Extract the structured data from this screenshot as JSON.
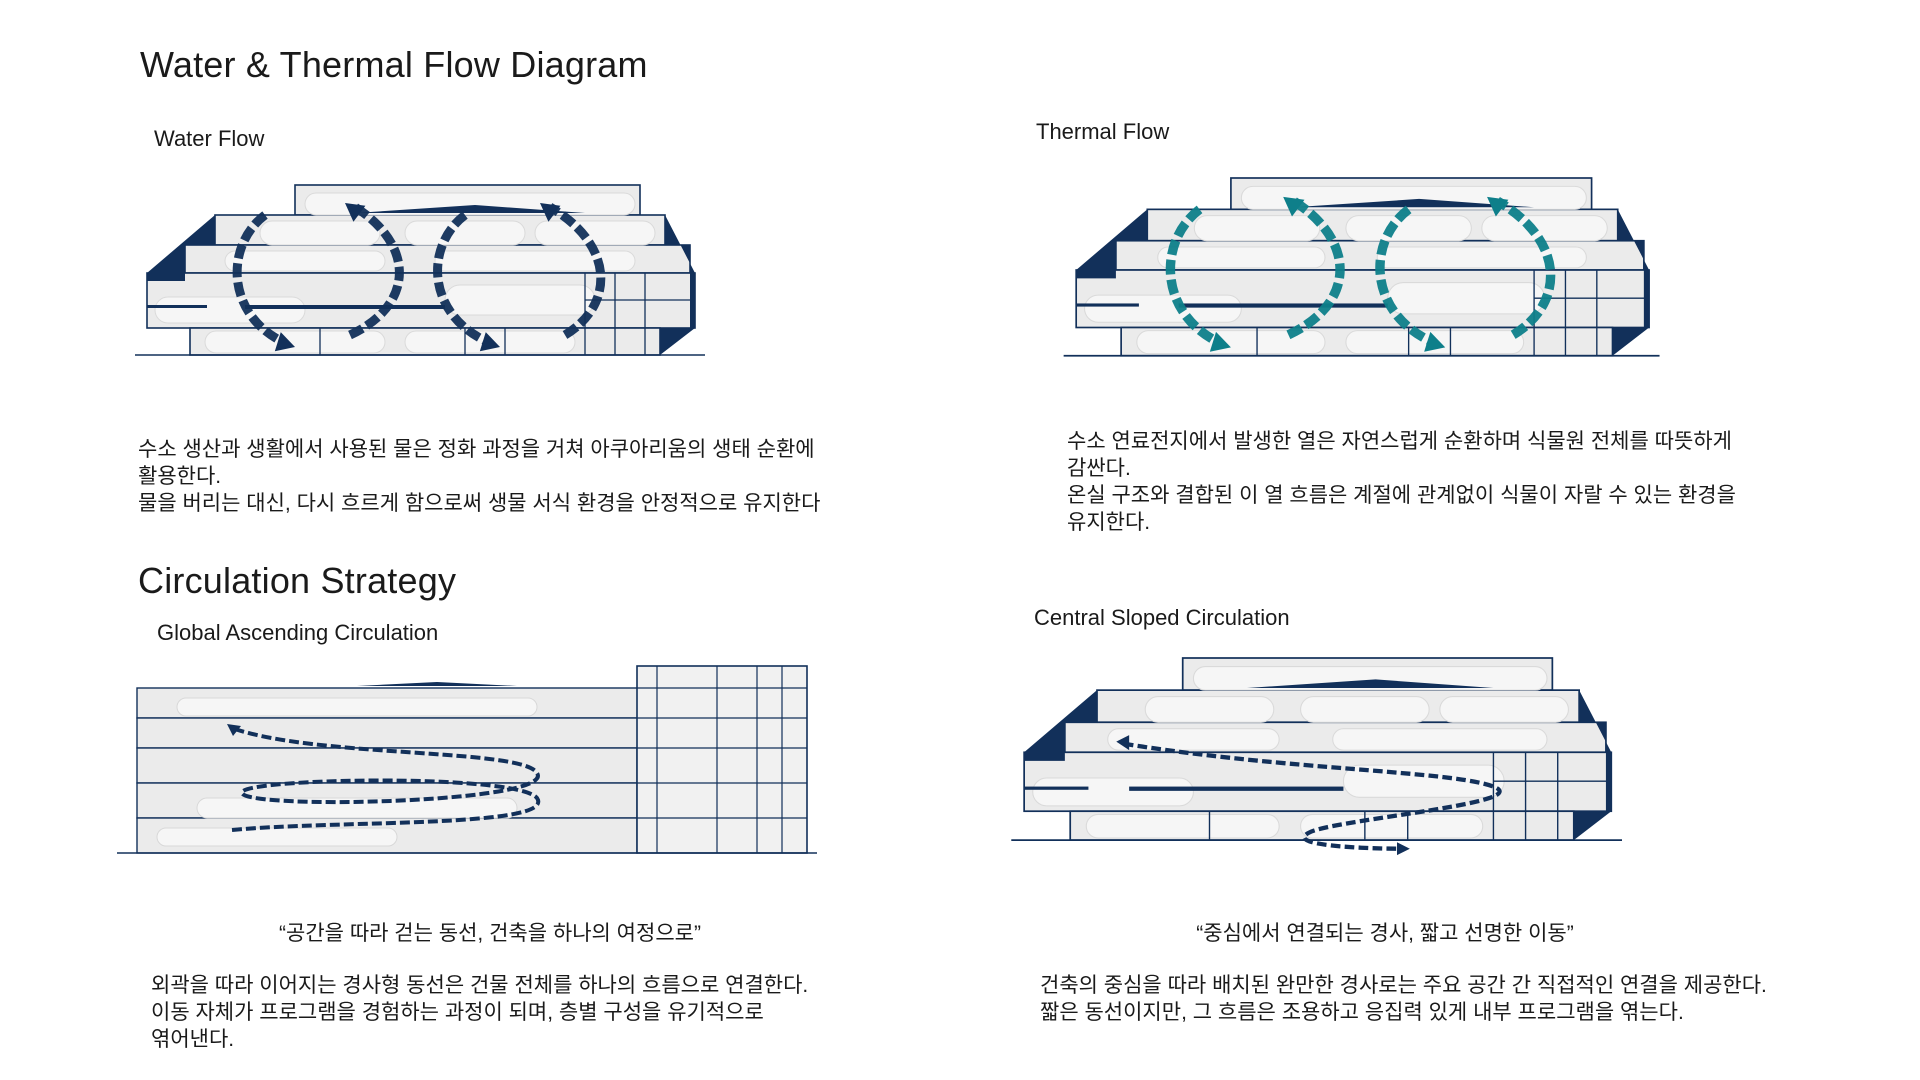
{
  "page_title": "Water & Thermal Flow Diagram",
  "water": {
    "title": "Water Flow",
    "text_line1": "수소 생산과 생활에서 사용된 물은 정화 과정을 거쳐 아쿠아리움의 생태 순환에",
    "text_line2": "활용한다.",
    "text_line3": "물을 버리는 대신, 다시 흐르게 함으로써 생물 서식 환경을 안정적으로 유지한다"
  },
  "thermal": {
    "title": "Thermal Flow",
    "text_line1": "수소 연료전지에서 발생한 열은 자연스럽게 순환하며 식물원 전체를 따뜻하게",
    "text_line2": "감싼다.",
    "text_line3": "온실 구조와 결합된 이 열 흐름은 계절에 관계없이 식물이 자랄 수 있는 환경을",
    "text_line4": "유지한다."
  },
  "circulation_title": "Circulation Strategy",
  "global": {
    "title": "Global Ascending Circulation",
    "quote": "“공간을 따라 걷는 동선, 건축을 하나의 여정으로”",
    "text_line1": "외곽을 따라 이어지는 경사형 동선은 건물 전체를 하나의 흐름으로 연결한다.",
    "text_line2": "이동 자체가 프로그램을 경험하는 과정이 되며, 층별 구성을 유기적으로",
    "text_line3": "엮어낸다."
  },
  "central": {
    "title": "Central Sloped Circulation",
    "quote": "“중심에서 연결되는 경사, 짧고 선명한 이동”",
    "text_line1": "건축의 중심을 따라 배치된 완만한 경사로는 주요 공간 간 직접적인 연결을 제공한다.",
    "text_line2": "짧은 동선이지만, 그 흐름은 조용하고 응집력 있게 내부 프로그램을 엮는다."
  },
  "colors": {
    "navy": "#12305a",
    "teal": "#0e7f8a",
    "building_fill": "#ebebeb",
    "capsule_fill": "#f6f6f6"
  }
}
